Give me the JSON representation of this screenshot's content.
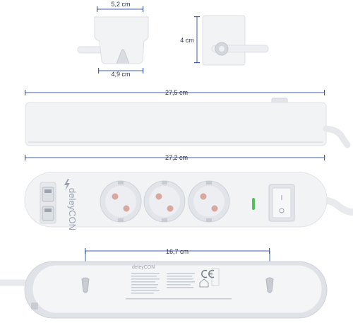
{
  "dimensions": {
    "socket_top_width": "5,2 cm",
    "socket_bottom_width": "4,9 cm",
    "socket_height": "4 cm",
    "strip_total_length": "27,5 cm",
    "strip_body_length": "27,2 cm",
    "mount_hole_distance": "16,7 cm"
  },
  "brand": {
    "front_logo": "deleyCON",
    "back_logo": "deleyCON"
  },
  "colors": {
    "dimension_line": "#3f5fa8",
    "product_white": "#f2f3f5",
    "shadow_grey": "#d9dce1",
    "pin_hole": "#d8a79f",
    "indicator_led": "#4fc35a"
  },
  "icons": {
    "usb_charge": "lightning-bolt-icon",
    "ce_mark": "ce-mark-icon"
  }
}
